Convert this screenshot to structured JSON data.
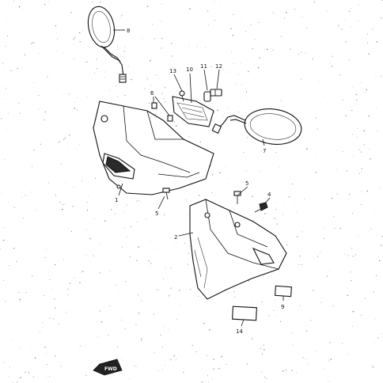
{
  "callouts": [
    {
      "id": "c8",
      "text": "8"
    },
    {
      "id": "c13",
      "text": "13"
    },
    {
      "id": "c10",
      "text": "10"
    },
    {
      "id": "c11",
      "text": "11"
    },
    {
      "id": "c12",
      "text": "12"
    },
    {
      "id": "c6",
      "text": "6"
    },
    {
      "id": "c7",
      "text": "7"
    },
    {
      "id": "c1",
      "text": "1"
    },
    {
      "id": "c5a",
      "text": "5"
    },
    {
      "id": "c5b",
      "text": "5"
    },
    {
      "id": "c4",
      "text": "4"
    },
    {
      "id": "c2",
      "text": "2"
    },
    {
      "id": "c9",
      "text": "9"
    },
    {
      "id": "c14",
      "text": "14"
    }
  ],
  "fwd_label": "FWD"
}
